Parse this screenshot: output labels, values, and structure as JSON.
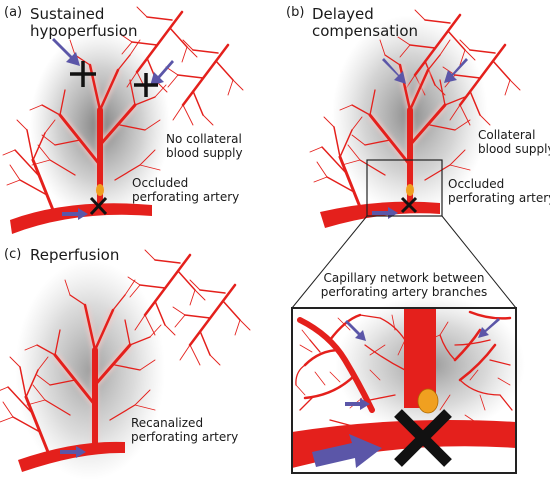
{
  "panels": {
    "a": {
      "letter": "(a)",
      "title_line1": "Sustained",
      "title_line2": "hypoperfusion",
      "note_line1": "No collateral",
      "note_line2": "blood supply",
      "artery_line1": "Occluded",
      "artery_line2": "perforating artery"
    },
    "b": {
      "letter": "(b)",
      "title_line1": "Delayed",
      "title_line2": "compensation",
      "note_line1": "Collateral",
      "note_line2": "blood supply",
      "artery_line1": "Occluded",
      "artery_line2": "perforating artery"
    },
    "c": {
      "letter": "(c)",
      "title_line1": "Reperfusion",
      "artery_line1": "Recanalized",
      "artery_line2": "perforating artery"
    },
    "inset": {
      "caption_line1": "Capillary network between",
      "caption_line2": "perforating artery branches"
    }
  },
  "colors": {
    "artery": "#e4201c",
    "arrow": "#5b56a8",
    "clot": "#f0a020",
    "cross": "#111111",
    "halo": "#f3b9b6"
  }
}
